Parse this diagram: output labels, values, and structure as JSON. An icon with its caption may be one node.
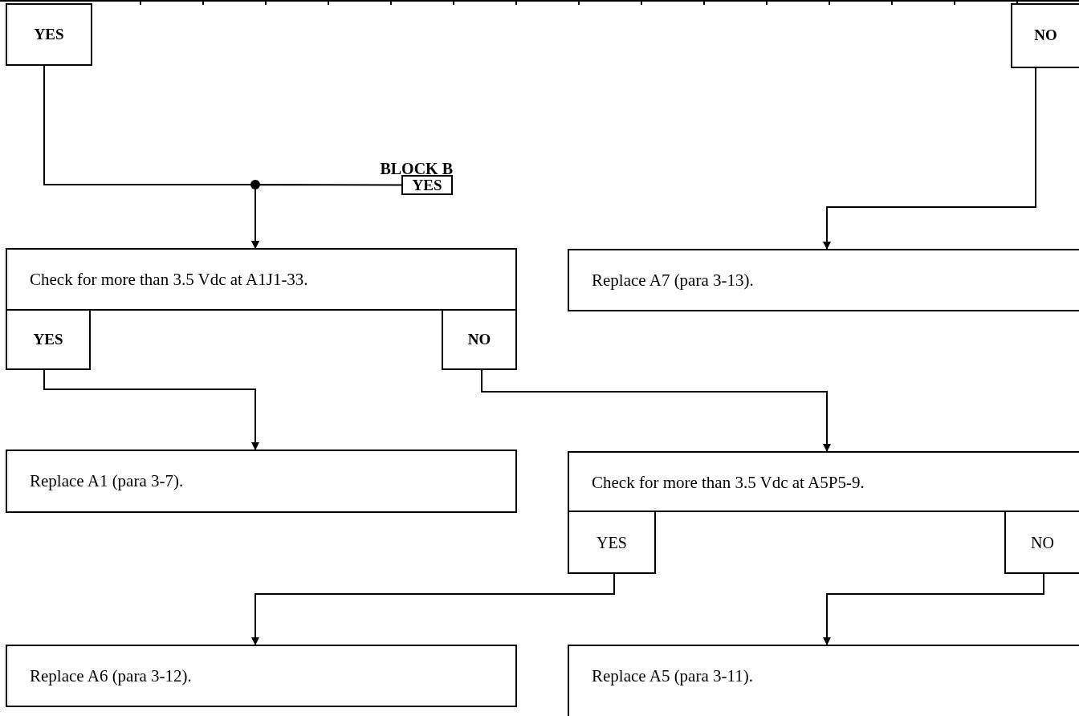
{
  "diagram": {
    "nodes": [
      {
        "text": [
          "YES"
        ]
      },
      {
        "text": [
          "NO"
        ]
      },
      {
        "text": [
          "BLOCK B",
          "YES"
        ]
      },
      {
        "text": [
          "Check for more than 3.5 Vdc at A1J1-33."
        ]
      },
      {
        "text": [
          "YES"
        ]
      },
      {
        "text": [
          "NO"
        ]
      },
      {
        "text": [
          "Replace A7 (para 3-13)."
        ]
      },
      {
        "text": [
          "Replace A1 (para 3-7)."
        ]
      },
      {
        "text": [
          "Check for more than 3.5 Vdc at A5P5-9."
        ]
      },
      {
        "text": [
          "YES"
        ]
      },
      {
        "text": [
          "NO"
        ]
      },
      {
        "text": [
          "Replace A6 (para 3-12)."
        ]
      },
      {
        "text": [
          "Replace A5 (para 3-11)."
        ]
      }
    ],
    "edges": [
      {
        "from": 0,
        "to": 3,
        "arrow": "to"
      },
      {
        "from": 2,
        "to": 3,
        "arrow": "to"
      },
      {
        "from": 1,
        "to": 6,
        "arrow": "to"
      },
      {
        "from": 4,
        "to": 7,
        "arrow": "to"
      },
      {
        "from": 5,
        "to": 8,
        "arrow": "to"
      },
      {
        "from": 9,
        "to": 11,
        "arrow": "to"
      },
      {
        "from": 10,
        "to": 12,
        "arrow": "to"
      }
    ]
  }
}
